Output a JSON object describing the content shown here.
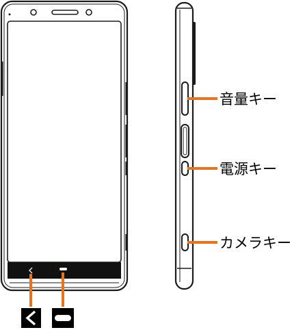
{
  "callouts": {
    "volume_key": "音量キー",
    "power_key": "電源キー",
    "camera_key": "カメラキー"
  },
  "legend": {
    "back_icon": "back-chevron-icon",
    "home_icon": "home-pill-icon"
  },
  "colors": {
    "leader": "#e8731e",
    "device": "#1a1a1a",
    "background": "#ffffff"
  }
}
